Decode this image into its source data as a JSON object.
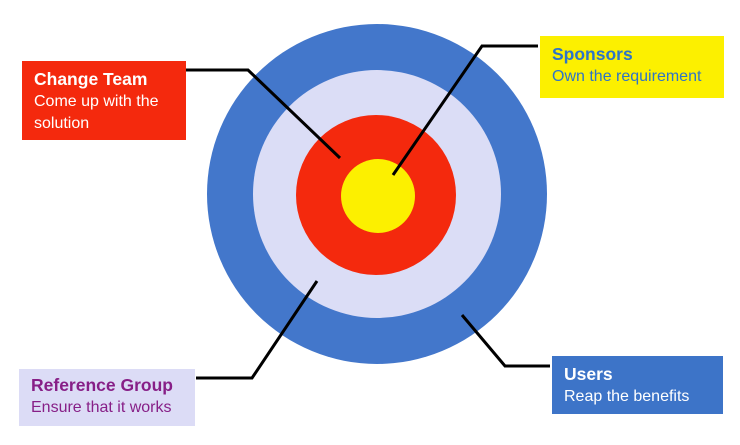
{
  "diagram": {
    "type": "concentric-target",
    "description_rings_from_center_outward": [
      {
        "group": "Sponsors",
        "color": "#FCF000"
      },
      {
        "group": "Change Team",
        "color": "#F4290D"
      },
      {
        "group": "Reference Group",
        "color": "#DBDDF6"
      },
      {
        "group": "Users",
        "color": "#4377CB"
      }
    ]
  },
  "colors": {
    "background": "#FFFFFF",
    "connector": "#000000",
    "ring_users_blue": "#4377CB",
    "ring_reference_lavender": "#DBDDF6",
    "ring_change_red": "#F4290D",
    "ring_sponsors_yellow": "#FCF000",
    "box_change_bg": "#F4290D",
    "box_change_text": "#FFFFFF",
    "box_sponsors_bg": "#FCF000",
    "box_sponsors_text": "#2E74C8",
    "box_reference_bg": "#DCDCF6",
    "box_reference_text": "#871F87",
    "box_users_bg": "#3D74C8",
    "box_users_text": "#FFFFFF"
  },
  "labels": {
    "change_team": {
      "title": "Change Team",
      "subtitle": "Come up with the solution"
    },
    "sponsors": {
      "title": "Sponsors",
      "subtitle": "Own the requirement"
    },
    "reference_group": {
      "title": "Reference Group",
      "subtitle": "Ensure that it works"
    },
    "users": {
      "title": "Users",
      "subtitle": "Reap the benefits"
    }
  }
}
